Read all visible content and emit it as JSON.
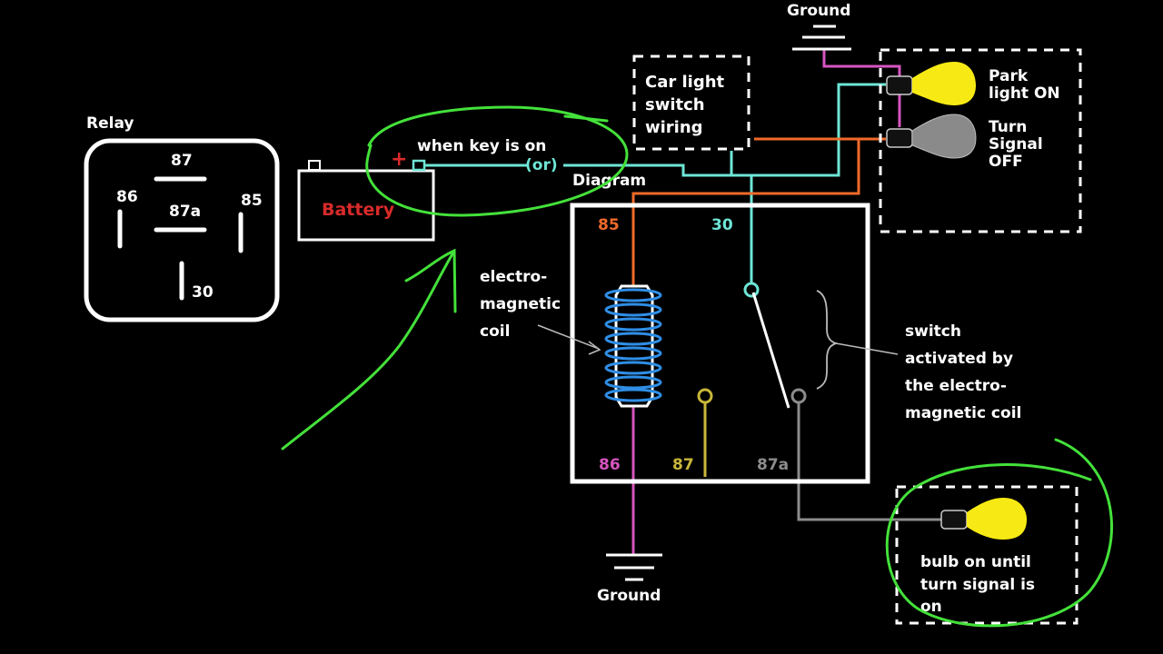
{
  "colors": {
    "background": "#000000",
    "white": "#ffffff",
    "cyan": "#6ee6d6",
    "orange": "#f06a2a",
    "magenta": "#d655c0",
    "yellow_wire": "#c9b63a",
    "gray_wire": "#8c8c8c",
    "coil_blue": "#2f8ee6",
    "annotation_green": "#44e13a",
    "battery_red": "#d82a2a",
    "bulb_yellow": "#f7ea14",
    "bulb_gray": "#8a8a8a"
  },
  "relay_pinout": {
    "title": "Relay",
    "pins": [
      "87",
      "86",
      "87a",
      "85",
      "30"
    ]
  },
  "battery": {
    "label": "Battery",
    "plus_sign": "+"
  },
  "annotations": {
    "key_note": "when key is on",
    "or_label": "(or)",
    "diagram_label": "Diagram"
  },
  "car_light_switch": {
    "lines": [
      "Car light",
      "switch",
      "wiring"
    ]
  },
  "top_ground": {
    "label": "Ground"
  },
  "bottom_ground": {
    "label": "Ground"
  },
  "top_bulbs": {
    "park": {
      "lines": [
        "Park",
        "light ON"
      ],
      "state": "on"
    },
    "turn": {
      "lines": [
        "Turn",
        "Signal",
        "OFF"
      ],
      "state": "off"
    }
  },
  "relay_diagram": {
    "pin_labels": {
      "p85": "85",
      "p30": "30",
      "p86": "86",
      "p87": "87",
      "p87a": "87a"
    },
    "coil_label": [
      "electro-",
      "magnetic",
      "coil"
    ],
    "switch_label": [
      "switch",
      "activated by",
      "the electro-",
      "magnetic coil"
    ]
  },
  "bottom_bulb": {
    "lines": [
      "bulb on until",
      "turn signal is",
      "on"
    ],
    "state": "on"
  }
}
